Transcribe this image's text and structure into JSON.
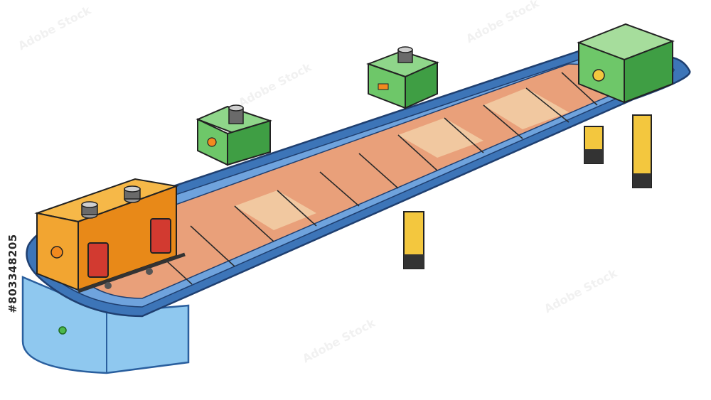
{
  "image": {
    "subject": "isometric conveyor belt illustration",
    "stock_id": "#803348205",
    "watermark_text": "Adobe Stock"
  },
  "colors": {
    "belt_frame": "#3d75b8",
    "belt_frame_light": "#6fa3dd",
    "belt_tile_dark": "#e9a07a",
    "belt_tile_light": "#f1c8a0",
    "base_housing": "#8fc8ef",
    "machine_body": "#f2a531",
    "machine_side": "#e88918",
    "machine_window": "#d23a30",
    "crate_green": "#6ec769",
    "crate_green_dark": "#3f9e44",
    "support_leg": "#f3c73e",
    "status_light": "#4cb84c",
    "indicator_orange": "#f28a1e"
  },
  "icons": [
    "conveyor-belt",
    "machine-unit",
    "small-crate",
    "large-crate",
    "support-leg",
    "status-light"
  ]
}
